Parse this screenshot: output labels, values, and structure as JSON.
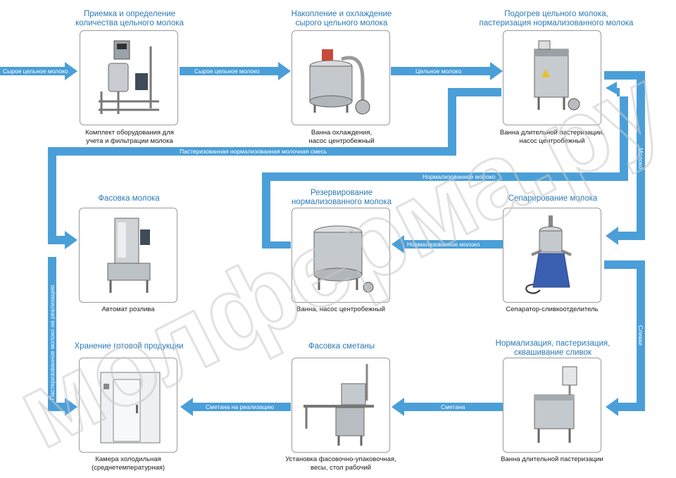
{
  "stages": [
    {
      "id": "receiving",
      "title_lines": [
        "Приемка и определение",
        "количества цельного молока"
      ],
      "caption_lines": [
        "Комплект оборудования для",
        "учета и фильтрации молока"
      ],
      "icon": "milk-metering-unit-icon"
    },
    {
      "id": "cooling",
      "title_lines": [
        "Накопление и охлаждение",
        "сырого цельного молока"
      ],
      "caption_lines": [
        "Ванна охлаждения,",
        "насос центробежный"
      ],
      "icon": "cooling-tank-icon"
    },
    {
      "id": "pasteurization",
      "title_lines": [
        "Подогрев цельного молока,",
        "пастеризация нормализованного молока"
      ],
      "caption_lines": [
        "Ванна длительной пастеризации,",
        "насос центробежный"
      ],
      "icon": "pasteurization-vat-icon"
    },
    {
      "id": "milk-packing",
      "title_lines": [
        "Фасовка молока"
      ],
      "caption_lines": [
        "Автомат розлива"
      ],
      "icon": "filling-machine-icon"
    },
    {
      "id": "reserve",
      "title_lines": [
        "Резервирование",
        "нормализованного молока"
      ],
      "caption_lines": [
        "Ванна, насос центробежный"
      ],
      "icon": "storage-tank-icon"
    },
    {
      "id": "separation",
      "title_lines": [
        "Сепарирование молока"
      ],
      "caption_lines": [
        "Сепаратор-сливкоотделитель"
      ],
      "icon": "cream-separator-icon"
    },
    {
      "id": "storage",
      "title_lines": [
        "Хранение готовой продукции"
      ],
      "caption_lines": [
        "Камера холодильная",
        "(среднетемпературная)"
      ],
      "icon": "cold-room-icon"
    },
    {
      "id": "sourcream-packing",
      "title_lines": [
        "Фасовка сметаны"
      ],
      "caption_lines": [
        "Установка фасовочно-упаковочная,",
        "весы, стол рабочий"
      ],
      "icon": "packing-station-icon"
    },
    {
      "id": "cream-processing",
      "title_lines": [
        "Нормализация, пастеризация,",
        "сквашивание сливок"
      ],
      "caption_lines": [
        "Ванна длительной пастеризации"
      ],
      "icon": "cream-vat-icon"
    }
  ],
  "flows": {
    "raw_in": "Сырое цельное молоко",
    "raw_to_cooling": "Сырое цельное молоко",
    "whole_to_pasteur": "Цельное молоко",
    "pasteurized_to_packing": "Пастеризованная нормализованная молочная смесь",
    "normalized_to_pasteur": "Нормализованное молоко",
    "separator_to_reserve": "Нормализованное молоко",
    "milk_down": "Молоко",
    "cream_down": "Сливки",
    "sourcream": "Сметана",
    "sourcream_sale": "Сметана на реализацию",
    "milk_sale": "Пастеризованное молоко на реализацию"
  },
  "colors": {
    "flow": "#4a9fd8",
    "title": "#2b79b5",
    "frame": "#9a9a9a"
  },
  "watermark": "молферма.ру"
}
